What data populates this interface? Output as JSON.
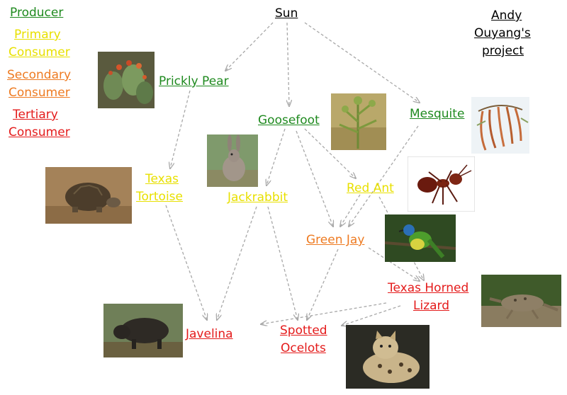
{
  "legend": {
    "producer": "Producer",
    "primary_1": "Primary",
    "primary_2": "Consumer",
    "secondary_1": "Secondary",
    "secondary_2": "Consumer",
    "tertiary_1": "Tertiary",
    "tertiary_2": "Consumer"
  },
  "credit": {
    "line1": "Andy",
    "line2": "Ouyang's",
    "line3": "project"
  },
  "nodes": {
    "sun": "Sun",
    "prickly_pear": "Prickly Pear",
    "goosefoot": "Goosefoot",
    "mesquite": "Mesquite",
    "texas_tortoise_1": "Texas",
    "texas_tortoise_2": "Tortoise",
    "jackrabbit": "Jackrabbit",
    "red_ant": "Red Ant",
    "green_jay": "Green Jay",
    "horned_lizard_1": "Texas Horned",
    "horned_lizard_2": "Lizard",
    "javelina": "Javelina",
    "ocelots_1": "Spotted",
    "ocelots_2": "Ocelots"
  },
  "colors": {
    "producer": "#1f8a1f",
    "primary": "#e8e000",
    "secondary": "#ee7b22",
    "tertiary": "#e41b1b",
    "arrow": "#a8a8a8"
  }
}
